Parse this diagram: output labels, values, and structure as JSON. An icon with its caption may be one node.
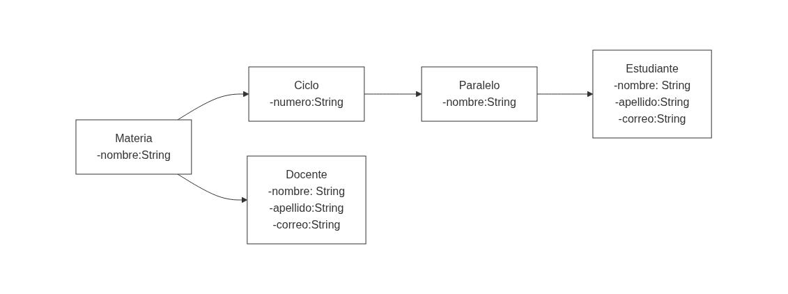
{
  "diagram": {
    "nodes": [
      {
        "text": [
          "Ciclo",
          "-numero:String"
        ]
      },
      {
        "text": [
          "Paralelo",
          "-nombre:String"
        ]
      },
      {
        "text": [
          "Estudiante",
          "-nombre: String",
          "-apellido:String",
          "-correo:String"
        ]
      },
      {
        "text": [
          "Materia",
          "-nombre:String"
        ]
      },
      {
        "text": [
          "Docente",
          "-nombre: String",
          "-apellido:String",
          "-correo:String"
        ]
      }
    ],
    "edges": [
      {
        "from": 0,
        "to": 1,
        "arrow": "to"
      },
      {
        "from": 1,
        "to": 2,
        "arrow": "to"
      },
      {
        "from": 3,
        "to": 0,
        "arrow": "to"
      },
      {
        "from": 3,
        "to": 4,
        "arrow": "to"
      }
    ]
  }
}
